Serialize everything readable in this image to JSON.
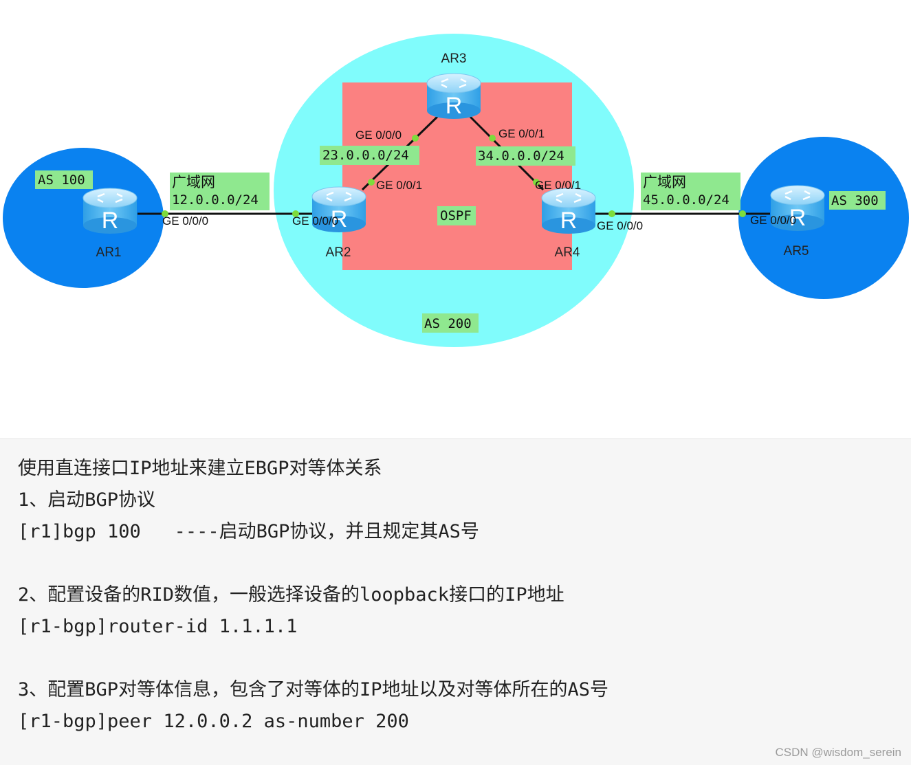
{
  "diagram": {
    "devices": {
      "ar1": "AR1",
      "ar2": "AR2",
      "ar3": "AR3",
      "ar4": "AR4",
      "ar5": "AR5",
      "router_glyph": "R"
    },
    "as_labels": {
      "as100": "AS 100",
      "as200": "AS 200",
      "as300": "AS 300"
    },
    "ospf_label": "OSPF",
    "wan_left": {
      "title": "广域网",
      "subnet": "12.0.0.0/24"
    },
    "wan_right": {
      "title": "广域网",
      "subnet": "45.0.0.0/24"
    },
    "subnet_ar2_ar3": "23.0.0.0/24",
    "subnet_ar3_ar4": "34.0.0.0/24",
    "interfaces": {
      "ar1_ge000": "GE 0/0/0",
      "ar2_ge000": "GE 0/0/0",
      "ar2_ge001": "GE 0/0/1",
      "ar3_ge000": "GE 0/0/0",
      "ar3_ge001": "GE 0/0/1",
      "ar4_ge001": "GE 0/0/1",
      "ar4_ge000": "GE 0/0/0",
      "ar5_ge000": "GE 0/0/0"
    },
    "colors": {
      "as_blue": "#0a82f0",
      "as200_cyan": "#80fcfc",
      "ospf_red": "#fb8181",
      "label_green": "#8fe88f",
      "router_blue": "#48b4f0",
      "link_dot": "#7ddc3c"
    }
  },
  "notes": {
    "lines": [
      "使用直连接口IP地址来建立EBGP对等体关系",
      "1、启动BGP协议",
      "[r1]bgp 100   ----启动BGP协议，并且规定其AS号",
      "",
      "2、配置设备的RID数值，一般选择设备的loopback接口的IP地址",
      "[r1-bgp]router-id 1.1.1.1",
      "",
      "3、配置BGP对等体信息，包含了对等体的IP地址以及对等体所在的AS号",
      "[r1-bgp]peer 12.0.0.2 as-number 200"
    ]
  },
  "watermark": "CSDN @wisdom_serein"
}
